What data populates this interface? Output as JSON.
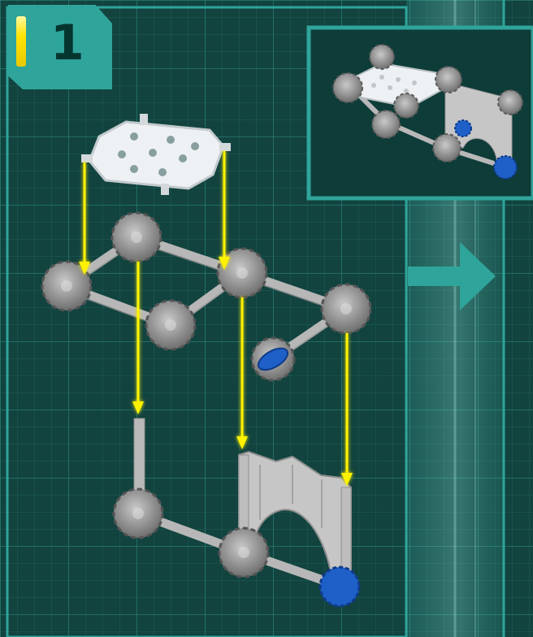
{
  "step": {
    "number": "1"
  },
  "icons": {
    "badge": "step-number-badge",
    "arrow": "next-arrow-icon",
    "hub": "gear-connector-icon",
    "plate": "square-plate-icon",
    "panel": "arch-panel-icon",
    "guide": "yellow-guide-arrow"
  },
  "colors": {
    "background": "#12433f",
    "grid_line": "#1f6a63",
    "badge": "#2fa49b",
    "accent": "#ffe400",
    "guide_arrow": "#fff200",
    "hub_grey": "#8d8d8d",
    "hub_blue": "#1e5fc8",
    "plate": "#e7ebee",
    "next_arrow": "#2fa49b"
  }
}
